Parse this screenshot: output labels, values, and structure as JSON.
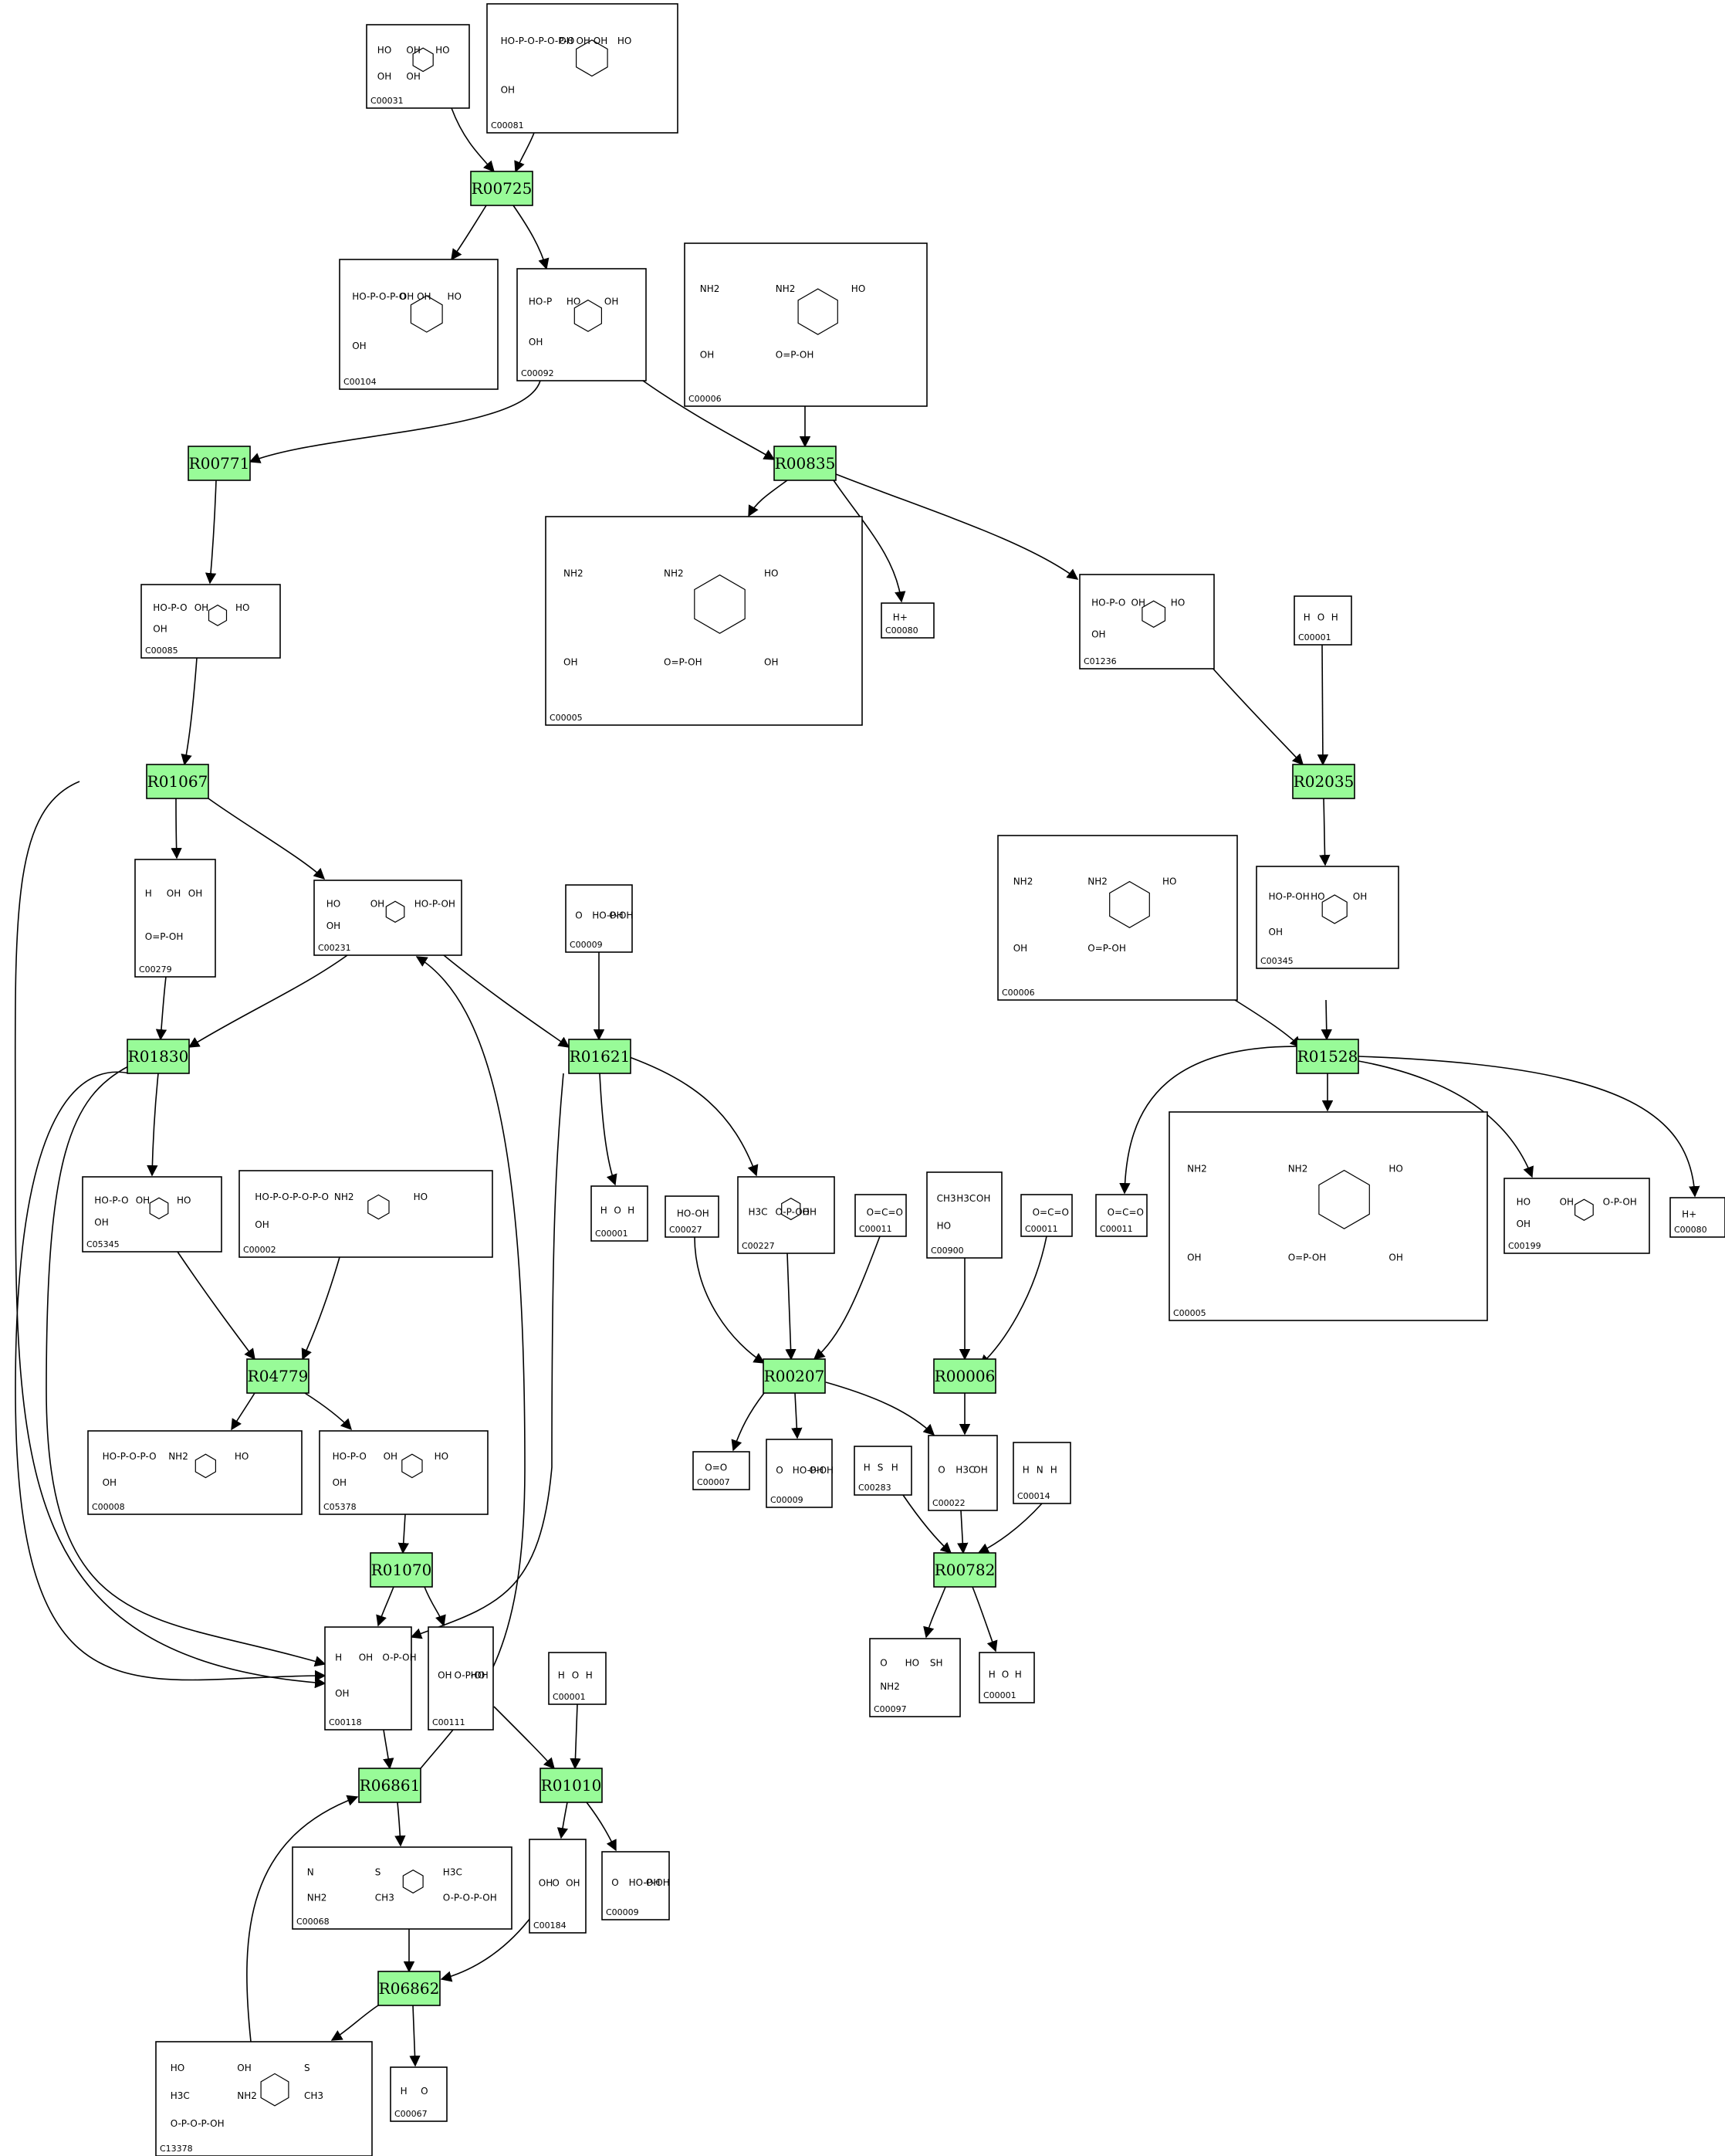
{
  "reactions": [
    {
      "id": "R00725",
      "label": "R00725"
    },
    {
      "id": "R00771",
      "label": "R00771"
    },
    {
      "id": "R00835",
      "label": "R00835"
    },
    {
      "id": "R01067",
      "label": "R01067"
    },
    {
      "id": "R02035",
      "label": "R02035"
    },
    {
      "id": "R01830",
      "label": "R01830"
    },
    {
      "id": "R01621",
      "label": "R01621"
    },
    {
      "id": "R01528",
      "label": "R01528"
    },
    {
      "id": "R04779",
      "label": "R04779"
    },
    {
      "id": "R00207",
      "label": "R00207"
    },
    {
      "id": "R00006",
      "label": "R00006"
    },
    {
      "id": "R01070",
      "label": "R01070"
    },
    {
      "id": "R00782",
      "label": "R00782"
    },
    {
      "id": "R06861",
      "label": "R06861"
    },
    {
      "id": "R01010",
      "label": "R01010"
    },
    {
      "id": "R06862",
      "label": "R06862"
    }
  ],
  "compounds": [
    {
      "id": "C00031a",
      "label": "C00031",
      "formula": [
        "HO",
        "OH",
        "HO",
        "OH",
        "OH"
      ]
    },
    {
      "id": "C00081",
      "label": "C00081",
      "formula": [
        "HO-P-O-P-O-P-O",
        "OH OH OH",
        "HO",
        "OH"
      ]
    },
    {
      "id": "C00104",
      "label": "C00104",
      "formula": [
        "HO-P-O-P-O",
        "OH OH",
        "HO",
        "OH"
      ]
    },
    {
      "id": "C00092",
      "label": "C00092",
      "formula": [
        "HO-P",
        "HO",
        "OH",
        "OH"
      ]
    },
    {
      "id": "C00006a",
      "label": "C00006",
      "formula": [
        "NH2",
        "NH2",
        "HO",
        "OH",
        "O=P-OH"
      ]
    },
    {
      "id": "C00085",
      "label": "C00085",
      "formula": [
        "HO-P-O",
        "OH",
        "HO",
        "OH"
      ]
    },
    {
      "id": "C00005a",
      "label": "C00005",
      "formula": [
        "NH2",
        "NH2",
        "HO",
        "OH",
        "O=P-OH",
        "OH"
      ]
    },
    {
      "id": "C00080a",
      "label": "C00080",
      "formula": [
        "H+"
      ]
    },
    {
      "id": "C01236",
      "label": "C01236",
      "formula": [
        "HO-P-O",
        "OH",
        "HO",
        "OH"
      ]
    },
    {
      "id": "C00001a",
      "label": "C00001",
      "formula": [
        "H",
        "O",
        "H"
      ]
    },
    {
      "id": "C00279",
      "label": "C00279",
      "formula": [
        "H",
        "OH",
        "OH",
        "O=P-OH"
      ]
    },
    {
      "id": "C00231",
      "label": "C00231",
      "formula": [
        "HO",
        "OH",
        "HO-P-OH",
        "OH"
      ]
    },
    {
      "id": "C00009a",
      "label": "C00009",
      "formula": [
        "O",
        "HO-P-OH",
        "OH"
      ]
    },
    {
      "id": "C00006b",
      "label": "C00006",
      "formula": [
        "NH2",
        "NH2",
        "HO",
        "OH",
        "O=P-OH"
      ]
    },
    {
      "id": "C00345",
      "label": "C00345",
      "formula": [
        "HO-P-OH",
        "HO",
        "OH",
        "OH"
      ]
    },
    {
      "id": "C05345",
      "label": "C05345",
      "formula": [
        "HO-P-O",
        "OH",
        "HO",
        "OH"
      ]
    },
    {
      "id": "C00002",
      "label": "C00002",
      "formula": [
        "HO-P-O-P-O-P-O",
        "NH2",
        "HO",
        "OH"
      ]
    },
    {
      "id": "C00001b",
      "label": "C00001",
      "formula": [
        "H",
        "O",
        "H"
      ]
    },
    {
      "id": "C00027",
      "label": "C00027",
      "formula": [
        "HO-OH"
      ]
    },
    {
      "id": "C00227",
      "label": "C00227",
      "formula": [
        "H3C",
        "O-P-OH",
        "OH"
      ]
    },
    {
      "id": "C00011a",
      "label": "C00011",
      "formula": [
        "O=C=O"
      ]
    },
    {
      "id": "C00900",
      "label": "C00900",
      "formula": [
        "CH3",
        "H3C",
        "OH",
        "HO"
      ]
    },
    {
      "id": "C00011b",
      "label": "C00011",
      "formula": [
        "O=C=O"
      ]
    },
    {
      "id": "C00011c",
      "label": "C00011",
      "formula": [
        "O=C=O"
      ]
    },
    {
      "id": "C00005b",
      "label": "C00005",
      "formula": [
        "NH2",
        "NH2",
        "HO",
        "OH",
        "O=P-OH",
        "OH"
      ]
    },
    {
      "id": "C00199",
      "label": "C00199",
      "formula": [
        "HO",
        "OH",
        "O-P-OH",
        "OH"
      ]
    },
    {
      "id": "C00080b",
      "label": "C00080",
      "formula": [
        "H+"
      ]
    },
    {
      "id": "C00008",
      "label": "C00008",
      "formula": [
        "HO-P-O-P-O",
        "NH2",
        "HO",
        "OH"
      ]
    },
    {
      "id": "C05378",
      "label": "C05378",
      "formula": [
        "HO-P-O",
        "OH",
        "HO",
        "OH"
      ]
    },
    {
      "id": "C00007",
      "label": "C00007",
      "formula": [
        "O=O"
      ]
    },
    {
      "id": "C00009b",
      "label": "C00009",
      "formula": [
        "O",
        "HO-P-OH",
        "OH"
      ]
    },
    {
      "id": "C00283",
      "label": "C00283",
      "formula": [
        "H",
        "S",
        "H"
      ]
    },
    {
      "id": "C00022",
      "label": "C00022",
      "formula": [
        "O",
        "H3C",
        "OH"
      ]
    },
    {
      "id": "C00014",
      "label": "C00014",
      "formula": [
        "H",
        "N",
        "H"
      ]
    },
    {
      "id": "C00118",
      "label": "C00118",
      "formula": [
        "H",
        "OH",
        "O-P-OH",
        "OH"
      ]
    },
    {
      "id": "C00111",
      "label": "C00111",
      "formula": [
        "OH",
        "O-P-OH",
        "HO"
      ]
    },
    {
      "id": "C00001c",
      "label": "C00001",
      "formula": [
        "H",
        "O",
        "H"
      ]
    },
    {
      "id": "C00097",
      "label": "C00097",
      "formula": [
        "O",
        "HO",
        "SH",
        "NH2"
      ]
    },
    {
      "id": "C00001d",
      "label": "C00001",
      "formula": [
        "H",
        "O",
        "H"
      ]
    },
    {
      "id": "C00068",
      "label": "C00068",
      "formula": [
        "N",
        "S",
        "H3C",
        "NH2",
        "CH3",
        "O-P-O-P-OH"
      ]
    },
    {
      "id": "C00184",
      "label": "C00184",
      "formula": [
        "OH",
        "O",
        "OH"
      ]
    },
    {
      "id": "C00009c",
      "label": "C00009",
      "formula": [
        "O",
        "HO-P-OH",
        "OH"
      ]
    },
    {
      "id": "C13378",
      "label": "C13378",
      "formula": [
        "HO",
        "OH",
        "S",
        "H3C",
        "NH2",
        "CH3",
        "O-P-O-P-OH"
      ]
    },
    {
      "id": "C00067",
      "label": "C00067",
      "formula": [
        "H",
        "O"
      ]
    }
  ]
}
